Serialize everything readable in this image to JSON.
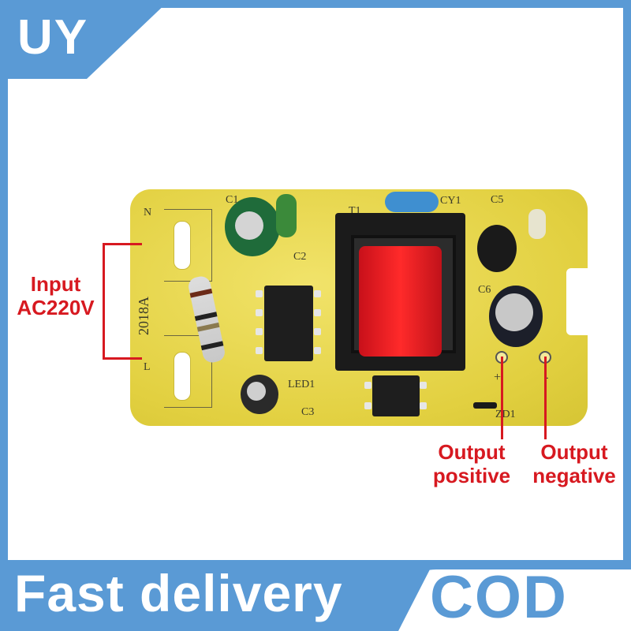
{
  "brand": {
    "logo_text": "UY",
    "accent_color": "#5a9ad5"
  },
  "annotations": {
    "input": {
      "line1": "Input",
      "line2": "AC220V",
      "color": "#d71920"
    },
    "output_positive": {
      "line1": "Output",
      "line2": "positive"
    },
    "output_negative": {
      "line1": "Output",
      "line2": "negative"
    }
  },
  "pcb": {
    "board_label": "2018A",
    "silkscreen": [
      "N",
      "L",
      "C1",
      "C2",
      "T1",
      "CY1",
      "LED1",
      "C3",
      "C5",
      "C6",
      "ZD1",
      "+",
      "-"
    ],
    "components": [
      "electrolytic-capacitor-C1",
      "film-capacitor-C2",
      "ceramic-capacitor-CY1",
      "transformer-T1",
      "ic-8pin",
      "resistor",
      "electrolytic-capacitor-C3",
      "optocoupler",
      "electrolytic-capacitor-C6",
      "led",
      "transistor",
      "zener-diode-ZD1"
    ]
  },
  "banner": {
    "left_text": "Fast delivery",
    "right_text": "COD"
  }
}
